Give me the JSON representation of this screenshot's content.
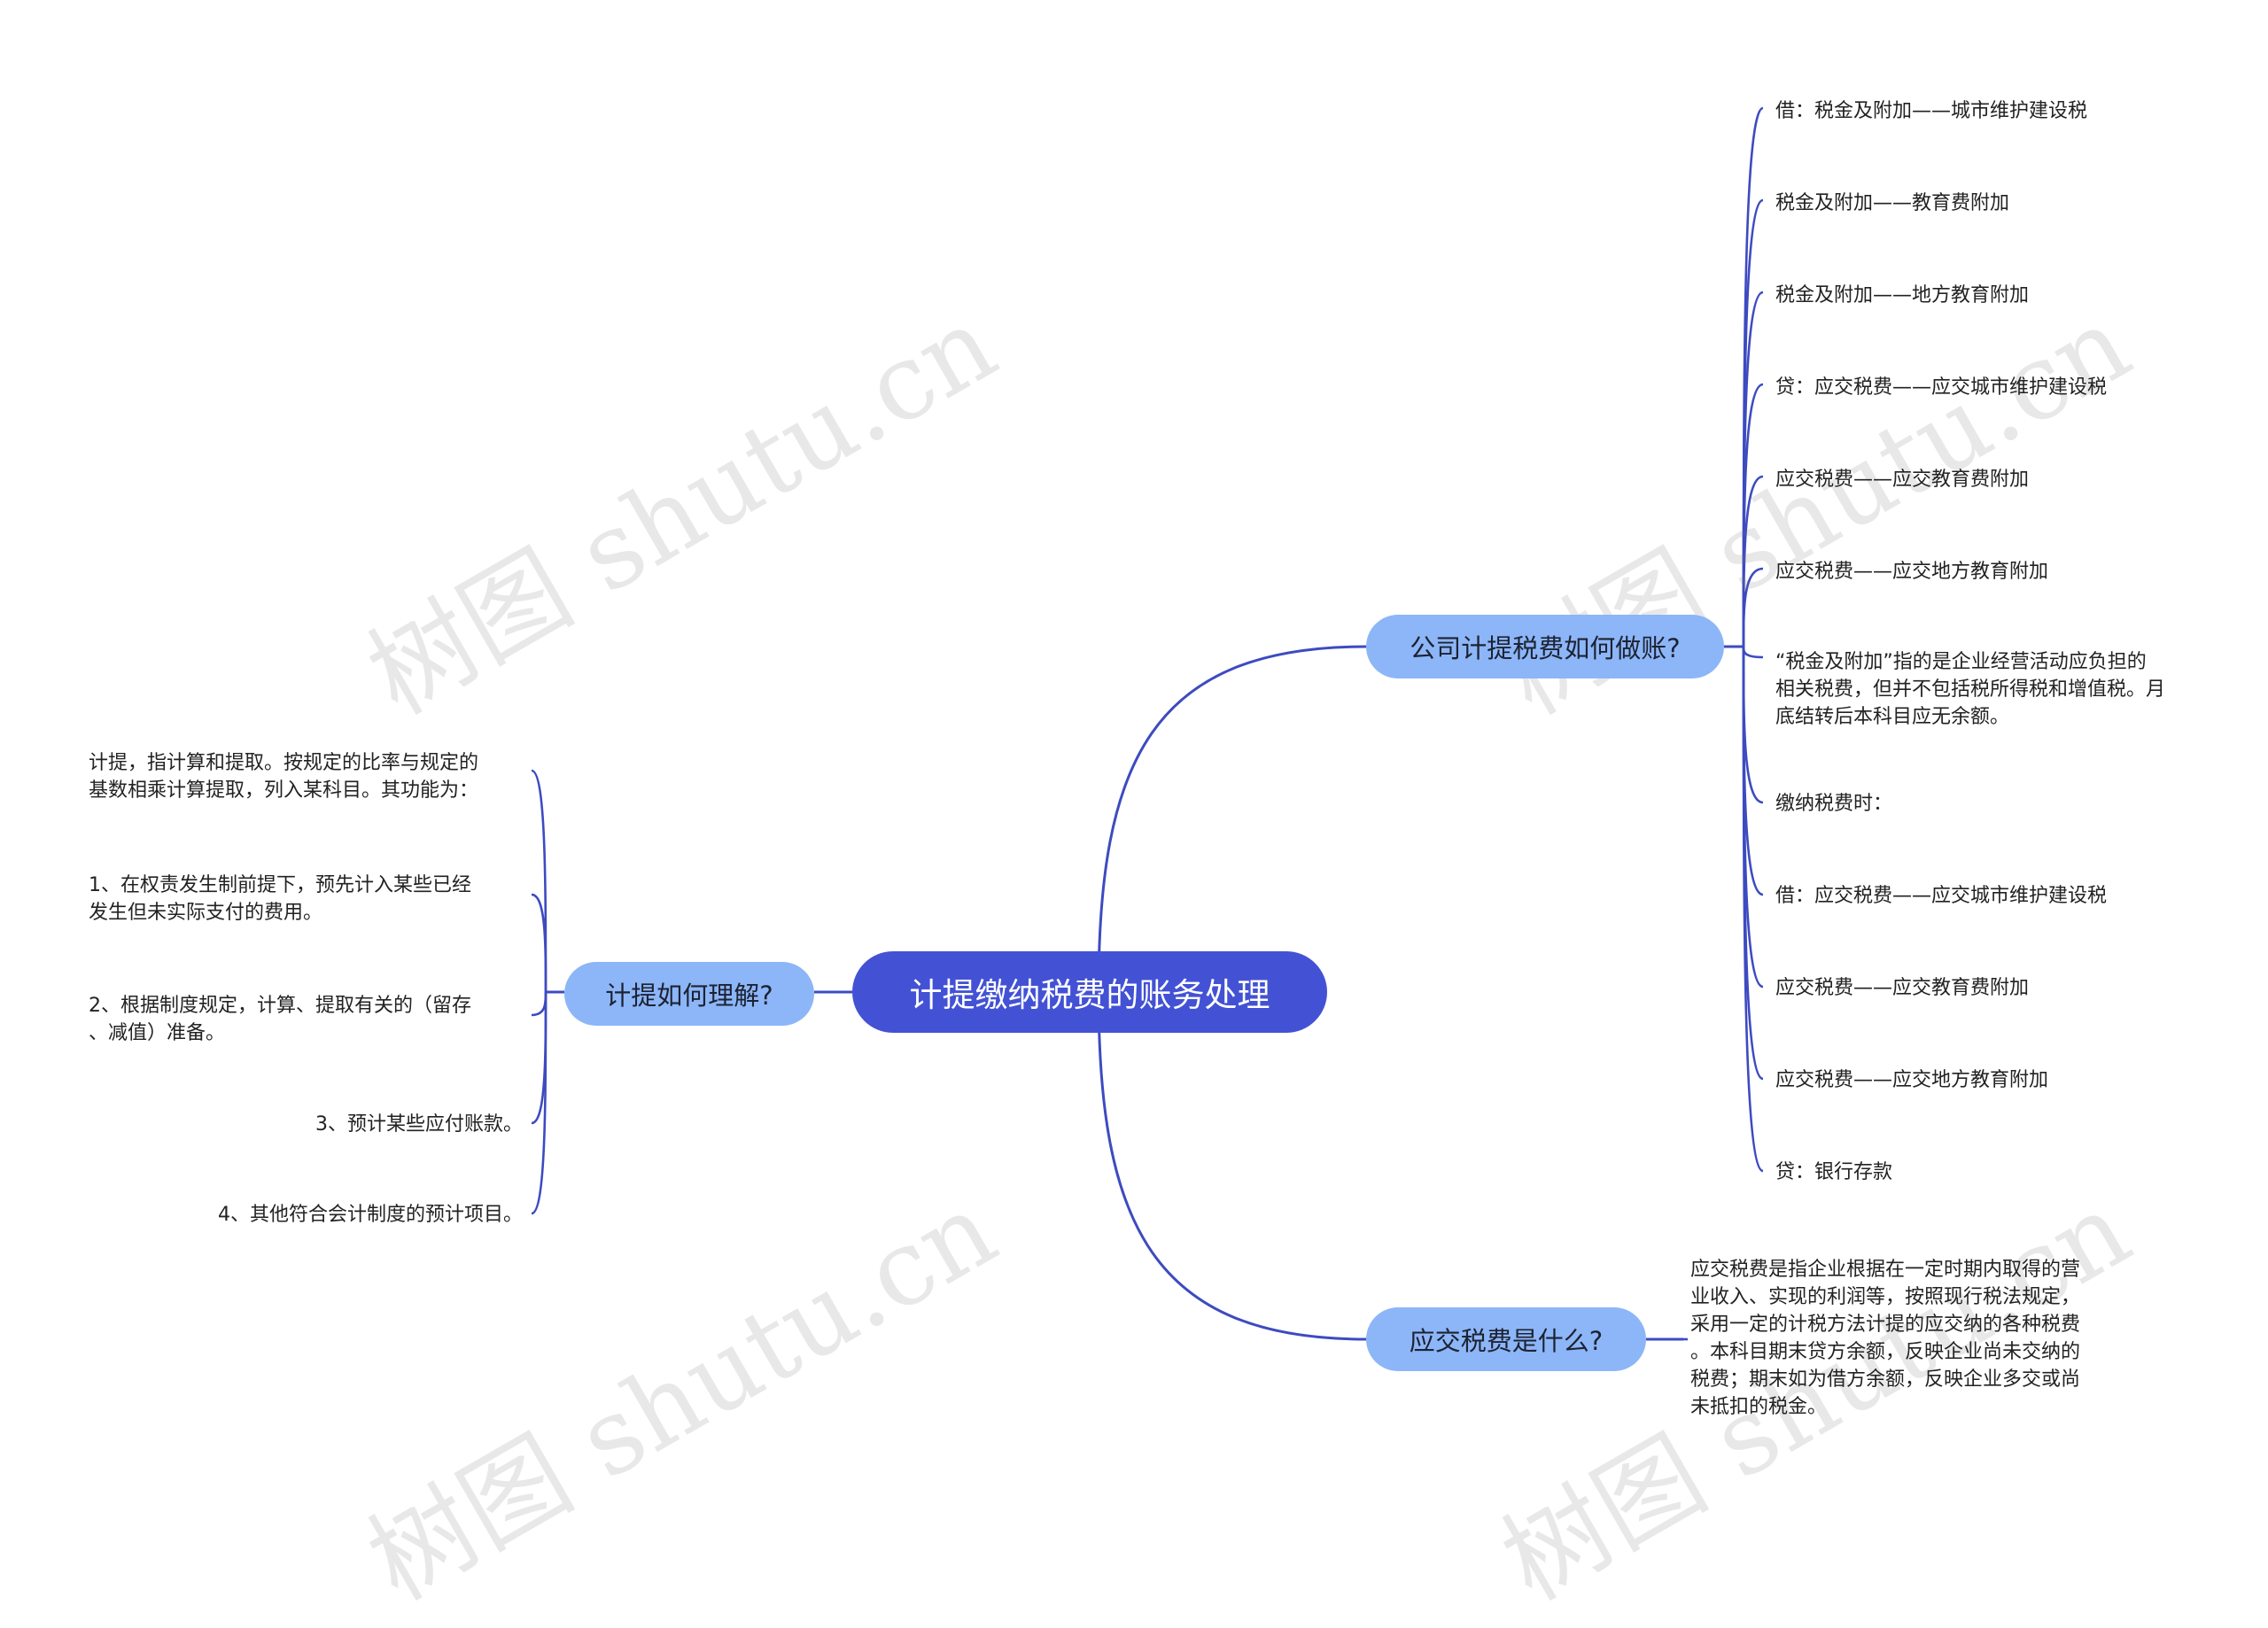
{
  "root": {
    "label": "计提缴纳税费的账务处理"
  },
  "branches": {
    "left": {
      "label": "计提如何理解?"
    },
    "top": {
      "label": "公司计提税费如何做账?"
    },
    "bottom": {
      "label": "应交税费是什么?"
    }
  },
  "left_leaves": [
    {
      "lines": [
        "计提，指计算和提取。按规定的比率与规定的",
        "基数相乘计算提取，列入某科目。其功能为："
      ]
    },
    {
      "lines": [
        "1、在权责发生制前提下，预先计入某些已经",
        "发生但未实际支付的费用。"
      ]
    },
    {
      "lines": [
        "2、根据制度规定，计算、提取有关的（留存",
        "、减值）准备。"
      ]
    },
    {
      "lines": [
        "3、预计某些应付账款。"
      ]
    },
    {
      "lines": [
        "4、其他符合会计制度的预计项目。"
      ]
    }
  ],
  "top_leaves": [
    {
      "lines": [
        "借：税金及附加——城市维护建设税"
      ]
    },
    {
      "lines": [
        "税金及附加——教育费附加"
      ]
    },
    {
      "lines": [
        "税金及附加——地方教育附加"
      ]
    },
    {
      "lines": [
        "贷：应交税费——应交城市维护建设税"
      ]
    },
    {
      "lines": [
        "应交税费——应交教育费附加"
      ]
    },
    {
      "lines": [
        "应交税费——应交地方教育附加"
      ]
    },
    {
      "lines": [
        "“税金及附加”指的是企业经营活动应负担的",
        "相关税费，但并不包括税所得税和增值税。月",
        "底结转后本科目应无余额。"
      ]
    },
    {
      "lines": [
        "缴纳税费时："
      ]
    },
    {
      "lines": [
        "借：应交税费——应交城市维护建设税"
      ]
    },
    {
      "lines": [
        "应交税费——应交教育费附加"
      ]
    },
    {
      "lines": [
        "应交税费——应交地方教育附加"
      ]
    },
    {
      "lines": [
        "贷：银行存款"
      ]
    }
  ],
  "bottom_leaves": [
    {
      "lines": [
        "应交税费是指企业根据在一定时期内取得的营",
        "业收入、实现的利润等，按照现行税法规定，",
        "采用一定的计税方法计提的应交纳的各种税费",
        "。本科目期末贷方余额，反映企业尚未交纳的",
        "税费；期末如为借方余额，反映企业多交或尚",
        "未抵扣的税金。"
      ]
    }
  ],
  "watermark": "树图 shutu.cn",
  "colors": {
    "root": "#4352d4",
    "branch": "#8cb6f7",
    "line": "#3d4bc0"
  }
}
